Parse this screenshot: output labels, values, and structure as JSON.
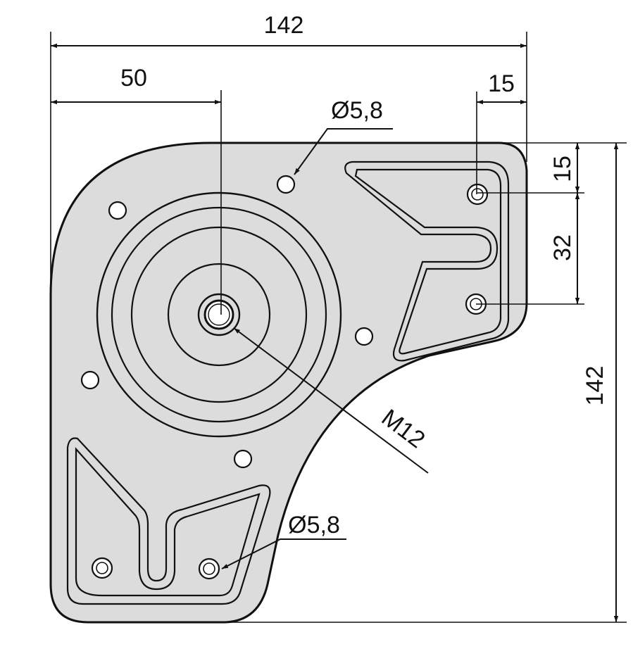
{
  "colors": {
    "plate": "#dcdcdc",
    "line": "#111111",
    "background": "#ffffff"
  },
  "dimensions": {
    "overall_width": "142",
    "center_offset": "50",
    "edge_hole_offset": "15",
    "top_hole_offset": "15",
    "hole_spacing": "32",
    "overall_height": "142"
  },
  "callouts": {
    "hole_top": "Ø5,8",
    "hole_bottom": "Ø5,8",
    "center_thread": "M12"
  }
}
